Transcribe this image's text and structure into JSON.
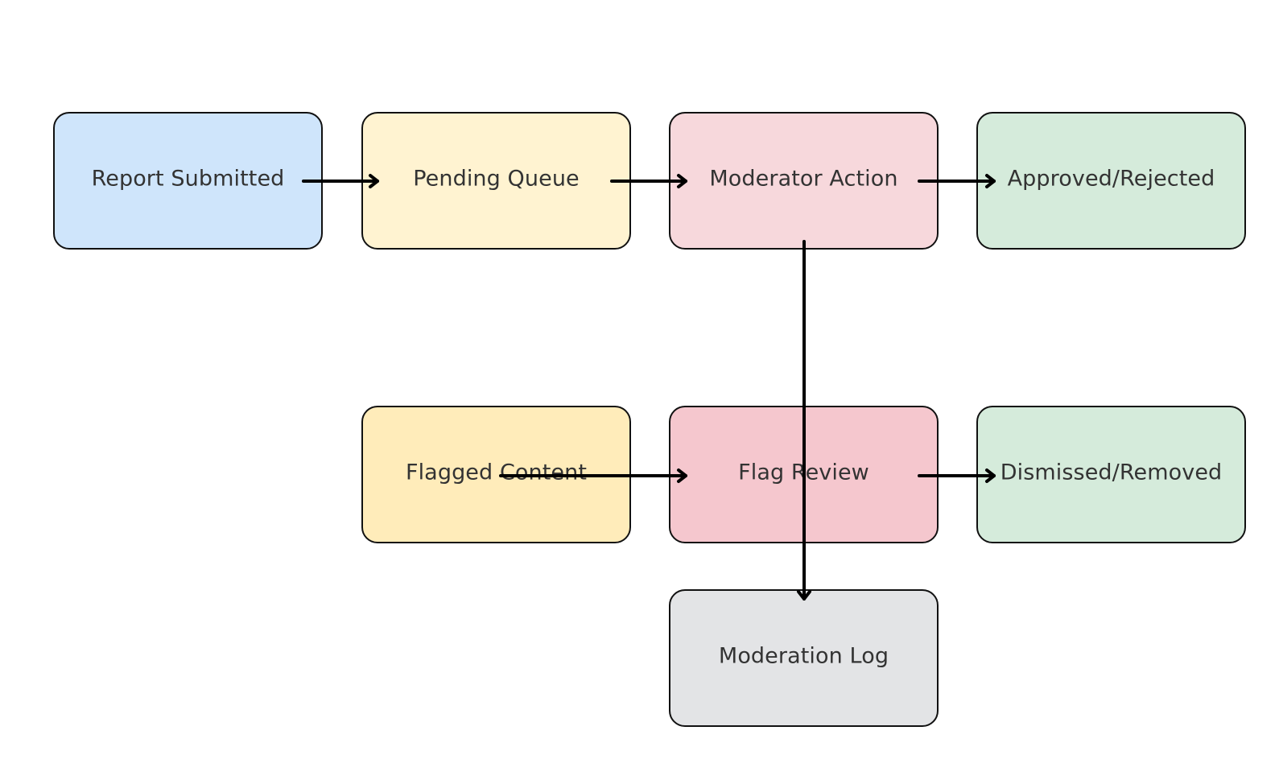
{
  "nodes": {
    "report_submitted": {
      "label": "Report Submitted",
      "color": "#cfe5fb"
    },
    "pending_queue": {
      "label": "Pending Queue",
      "color": "#fff3d1"
    },
    "moderator_action": {
      "label": "Moderator Action",
      "color": "#f7d8dc"
    },
    "approved_rejected": {
      "label": "Approved/Rejected",
      "color": "#d5ebdb"
    },
    "flagged_content": {
      "label": "Flagged Content",
      "color": "#ffecba"
    },
    "flag_review": {
      "label": "Flag Review",
      "color": "#f5c7ce"
    },
    "dismissed_removed": {
      "label": "Dismissed/Removed",
      "color": "#d5ebdb"
    },
    "moderation_log": {
      "label": "Moderation Log",
      "color": "#e3e4e6"
    }
  },
  "edges": [
    {
      "from": "report_submitted",
      "to": "pending_queue"
    },
    {
      "from": "pending_queue",
      "to": "moderator_action"
    },
    {
      "from": "moderator_action",
      "to": "approved_rejected"
    },
    {
      "from": "moderator_action",
      "to": "moderation_log"
    },
    {
      "from": "flagged_content",
      "to": "flag_review"
    },
    {
      "from": "flag_review",
      "to": "dismissed_removed"
    }
  ],
  "colors": {
    "border": "#111111",
    "arrow": "#000000",
    "text": "#333333"
  }
}
